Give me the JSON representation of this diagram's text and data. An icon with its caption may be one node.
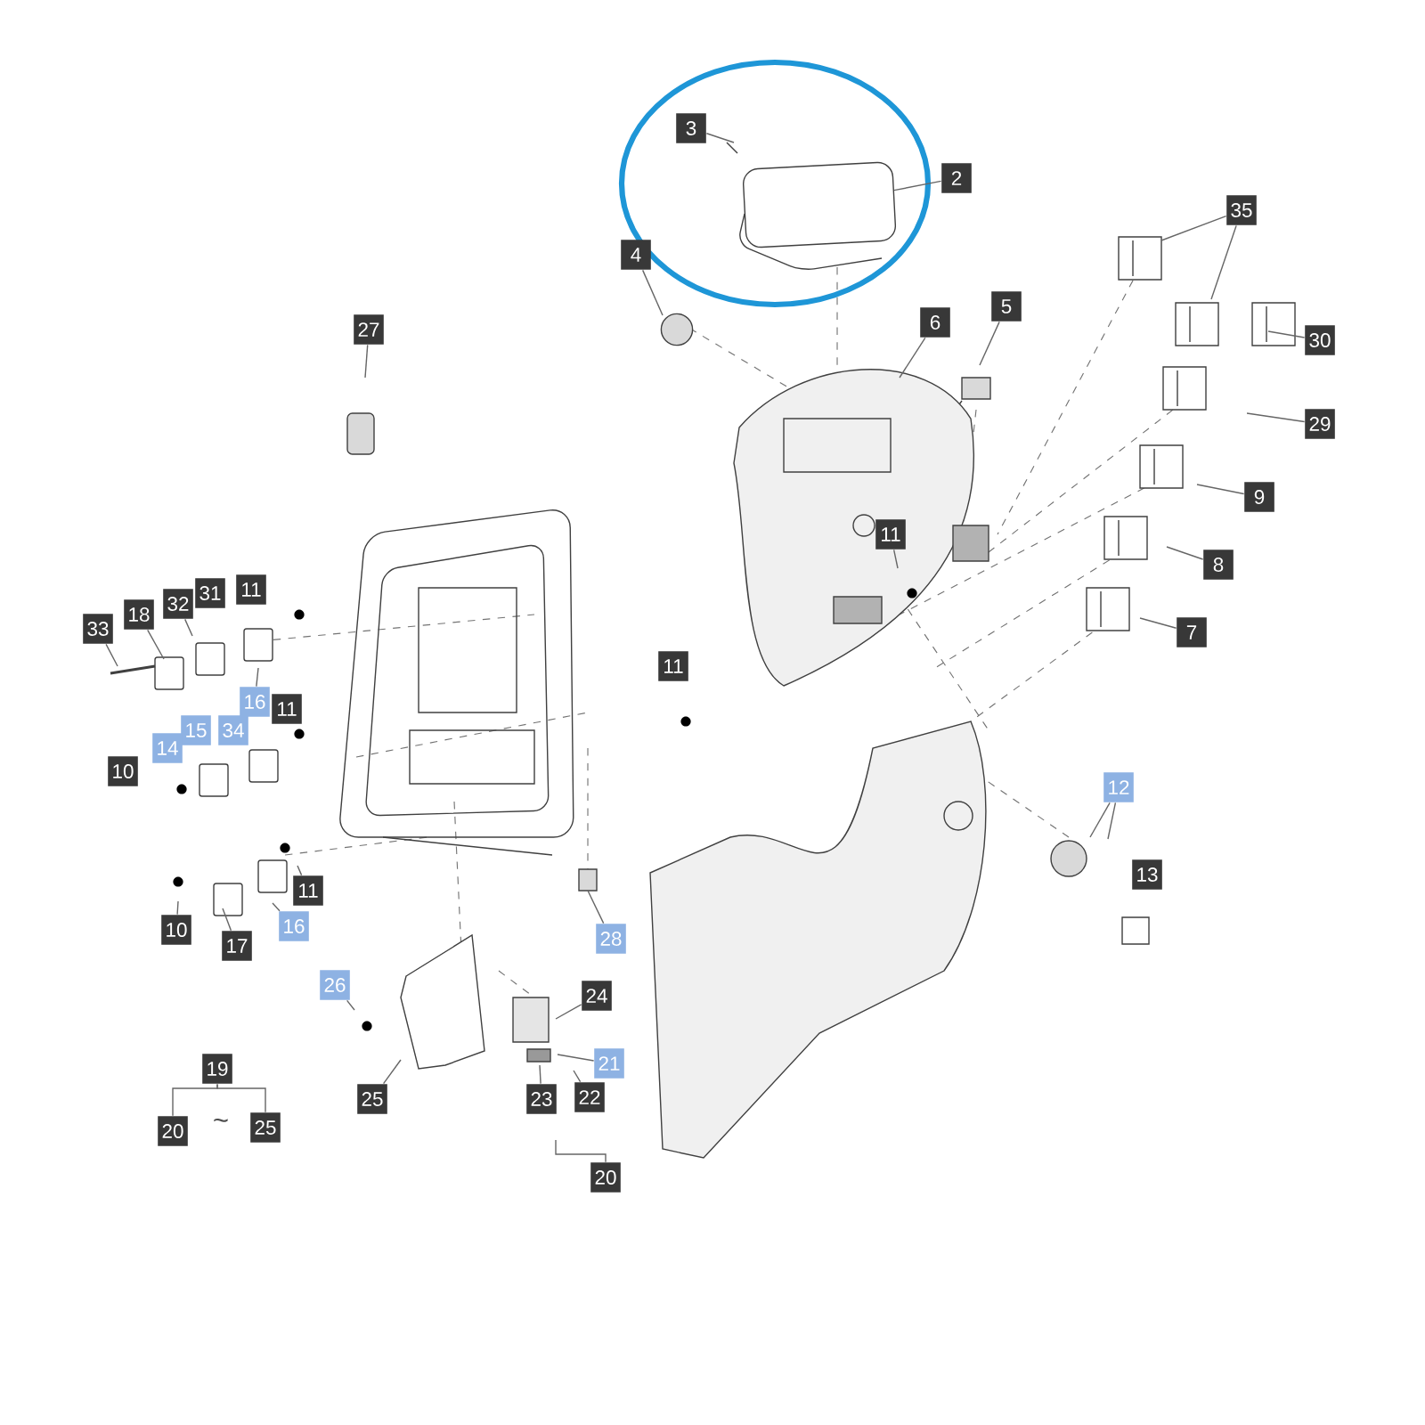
{
  "diagram": {
    "nodes": [
      {
        "text": [],
        "shape": "ellipse"
      },
      {
        "text": [
          "3"
        ],
        "in": 0
      },
      {
        "text": [
          "2"
        ]
      },
      {
        "text": [
          "4"
        ]
      },
      {
        "text": [
          "35"
        ]
      },
      {
        "text": [
          "27"
        ]
      },
      {
        "text": [
          "5"
        ]
      },
      {
        "text": [
          "6"
        ]
      },
      {
        "text": [
          "30"
        ]
      },
      {
        "text": [
          "29"
        ]
      },
      {
        "text": [
          "11"
        ]
      },
      {
        "text": [
          "9"
        ]
      },
      {
        "text": [
          "8"
        ]
      },
      {
        "text": [
          "33"
        ]
      },
      {
        "text": [
          "18"
        ]
      },
      {
        "text": [
          "32"
        ]
      },
      {
        "text": [
          "31"
        ]
      },
      {
        "text": [
          "11"
        ]
      },
      {
        "text": [
          "7"
        ]
      },
      {
        "text": [
          "16"
        ]
      },
      {
        "text": [
          "11"
        ]
      },
      {
        "text": [
          "15"
        ]
      },
      {
        "text": [
          "34"
        ]
      },
      {
        "text": [
          "14"
        ]
      },
      {
        "text": [
          "10"
        ]
      },
      {
        "text": [
          "11"
        ]
      },
      {
        "text": [
          "12"
        ]
      },
      {
        "text": [
          "13"
        ]
      },
      {
        "text": [
          "11"
        ]
      },
      {
        "text": [
          "10"
        ]
      },
      {
        "text": [
          "17"
        ]
      },
      {
        "text": [
          "16"
        ]
      },
      {
        "text": [
          "28"
        ]
      },
      {
        "text": [
          "26"
        ]
      },
      {
        "text": [
          "24"
        ]
      },
      {
        "text": [
          "21"
        ]
      },
      {
        "text": [
          "19"
        ]
      },
      {
        "text": [
          "25"
        ]
      },
      {
        "text": [
          "23"
        ]
      },
      {
        "text": [
          "22"
        ]
      },
      {
        "text": [
          "20"
        ]
      },
      {
        "text": [
          "25"
        ]
      },
      {
        "text": [
          "20"
        ]
      },
      {
        "text": [],
        "shape": "box",
        "in": 0
      }
    ],
    "edges": [
      {
        "from": 1,
        "to": null,
        "arrow": "none"
      },
      {
        "from": 2,
        "to": 43,
        "arrow": "none"
      },
      {
        "from": 3,
        "to": null,
        "arrow": "none"
      },
      {
        "from": 4,
        "to": null,
        "arrow": "none"
      },
      {
        "from": 4,
        "to": null,
        "arrow": "none"
      },
      {
        "from": 5,
        "to": null,
        "arrow": "none"
      },
      {
        "from": 6,
        "to": null,
        "arrow": "none"
      },
      {
        "from": 7,
        "to": null,
        "arrow": "none"
      },
      {
        "from": 8,
        "to": null,
        "arrow": "none"
      },
      {
        "from": 9,
        "to": null,
        "arrow": "none"
      },
      {
        "from": 11,
        "to": null,
        "arrow": "none"
      },
      {
        "from": 12,
        "to": null,
        "arrow": "none"
      },
      {
        "from": 18,
        "to": null,
        "arrow": "none"
      },
      {
        "from": 13,
        "to": null,
        "arrow": "none"
      },
      {
        "from": 14,
        "to": null,
        "arrow": "none"
      },
      {
        "from": 15,
        "to": null,
        "arrow": "none"
      },
      {
        "from": 19,
        "to": null,
        "arrow": "none"
      },
      {
        "from": 26,
        "to": null,
        "arrow": "none"
      },
      {
        "from": 26,
        "to": null,
        "arrow": "none"
      },
      {
        "from": 28,
        "to": null,
        "arrow": "none"
      },
      {
        "from": 29,
        "to": null,
        "arrow": "none"
      },
      {
        "from": 30,
        "to": null,
        "arrow": "none"
      },
      {
        "from": 31,
        "to": null,
        "arrow": "none"
      },
      {
        "from": 32,
        "to": null,
        "arrow": "none"
      },
      {
        "from": 33,
        "to": null,
        "arrow": "none"
      },
      {
        "from": 34,
        "to": null,
        "arrow": "none"
      },
      {
        "from": 35,
        "to": null,
        "arrow": "none"
      },
      {
        "from": 39,
        "to": null,
        "arrow": "none"
      },
      {
        "from": 37,
        "to": null,
        "arrow": "none"
      },
      {
        "from": 38,
        "to": null,
        "arrow": "none"
      },
      {
        "from": 42,
        "to": null,
        "arrow": "none"
      },
      {
        "from": 36,
        "to": 40,
        "arrow": "none"
      },
      {
        "from": 36,
        "to": 41,
        "arrow": "none"
      },
      {
        "from": 10,
        "to": null,
        "arrow": "none"
      }
    ],
    "labels": [
      "~"
    ]
  }
}
